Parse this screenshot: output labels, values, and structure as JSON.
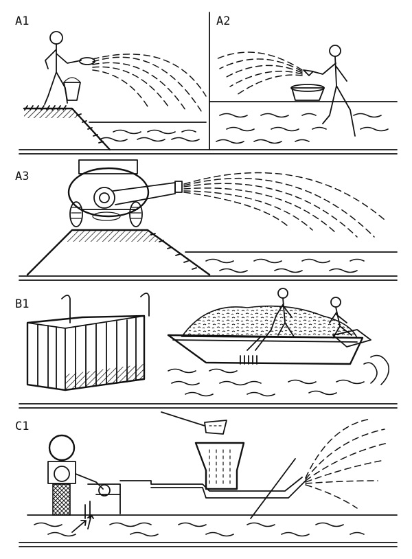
{
  "panels": [
    {
      "id": "A1",
      "label": "A1"
    },
    {
      "id": "A2",
      "label": "A2"
    },
    {
      "id": "A3",
      "label": "A3"
    },
    {
      "id": "B1",
      "label": "B1"
    },
    {
      "id": "C1",
      "label": "C1"
    }
  ]
}
